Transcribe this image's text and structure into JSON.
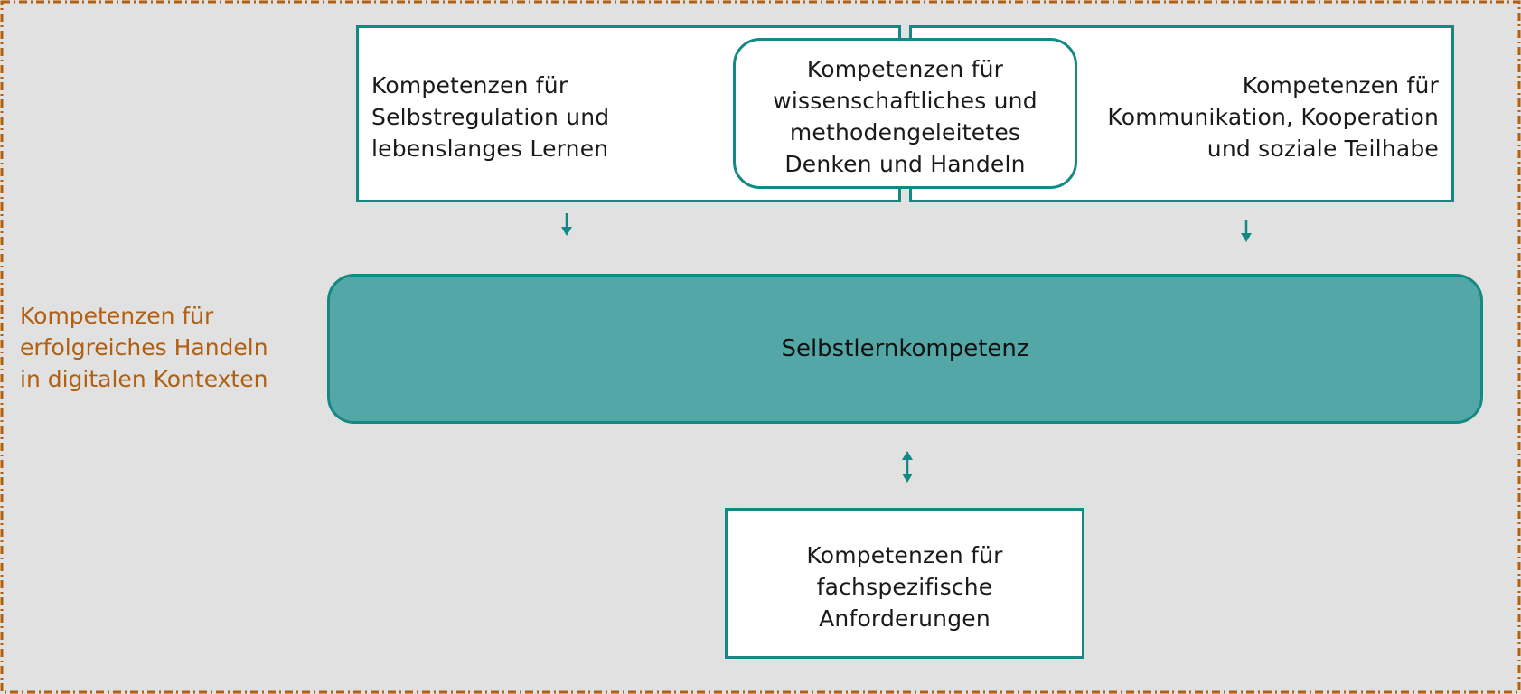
{
  "colors": {
    "accent_teal": "#148984",
    "main_fill": "#53a8a7",
    "frame_border": "#b15f10",
    "frame_label": "#b15f10",
    "background": "#e1e1e1"
  },
  "frame_label": "Kompetenzen für\nerfolgreiches Handeln\nin digitalen Kontexten",
  "boxes": {
    "self_regulation": "Kompetenzen für\nSelbstregulation und\nlebenslanges Lernen",
    "scientific": "Kompetenzen für\nwissenschaftliches und\nmethodengeleitetes\nDenken und Handeln",
    "communication": "Kompetenzen für\nKommunikation, Kooperation\nund soziale Teilhabe",
    "main": "Selbstlernkompetenz",
    "subject_specific": "Kompetenzen für\nfachspezifische\nAnforderungen"
  }
}
